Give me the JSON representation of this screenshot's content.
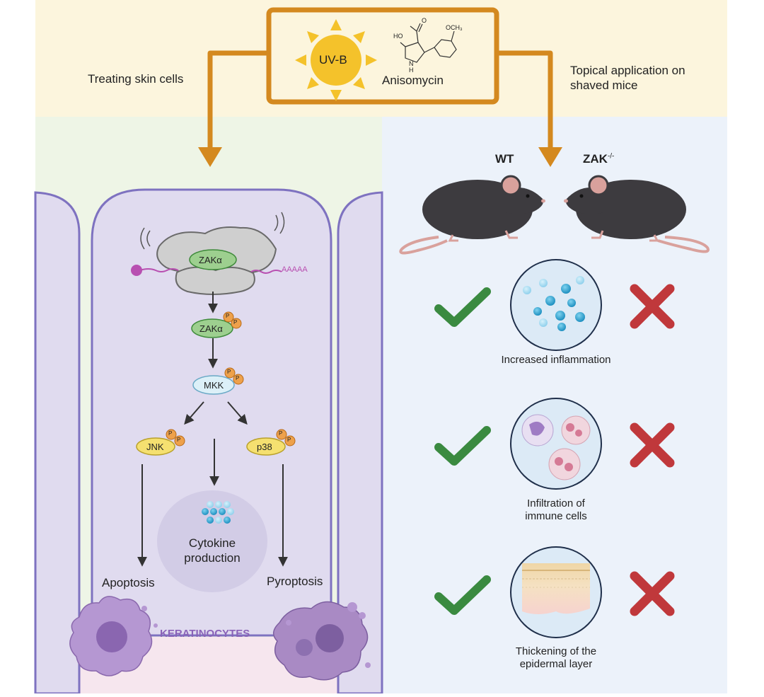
{
  "top": {
    "uvb_label": "UV-B",
    "compound_label": "Anisomycin",
    "left_path_label": "Treating skin cells",
    "right_path_label_line1": "Topical application on",
    "right_path_label_line2": "shaved mice"
  },
  "structure": {
    "ho": "HO",
    "o_atom": "O",
    "n_atom": "N",
    "h_atom": "H",
    "och3": "OCH₃"
  },
  "pathway": {
    "zak_ribosome": "ZAKα",
    "polya": "AAAAA",
    "zak_p": "ZAKα",
    "mkk": "MKK",
    "jnk": "JNK",
    "p38": "p38",
    "phospho": "P",
    "cytokine_line1": "Cytokine",
    "cytokine_line2": "production",
    "apoptosis": "Apoptosis",
    "pyroptosis": "Pyroptosis",
    "cell_type": "KERATINOCYTES"
  },
  "mice": {
    "wt_label": "WT",
    "zak_label": "ZAK",
    "zak_superscript": "-/-"
  },
  "outcomes": [
    {
      "line1": "Increased inflammation",
      "line2": "",
      "wt": "check",
      "ko": "cross"
    },
    {
      "line1": "Infiltration of",
      "line2": "immune cells",
      "wt": "check",
      "ko": "cross"
    },
    {
      "line1": "Thickening of the",
      "line2": "epidermal layer",
      "wt": "check",
      "ko": "cross"
    }
  ],
  "colors": {
    "top_band": "#fcf5dd",
    "left_band": "#eef5e6",
    "right_panel": "#ecf2fa",
    "cell_fill": "#e0dbef",
    "cell_border": "#7e72c0",
    "arrow_orange": "#d4891f",
    "sun": "#f4c22b",
    "check_green": "#3a8a40",
    "cross_red": "#c0383b",
    "kinase_green": "#9dcf8f",
    "jnk_yellow": "#f5e070",
    "mkk_blue": "#dcf0f8",
    "phospho_orange": "#eea14b",
    "keratinocytes_text": "#8a63b8"
  }
}
